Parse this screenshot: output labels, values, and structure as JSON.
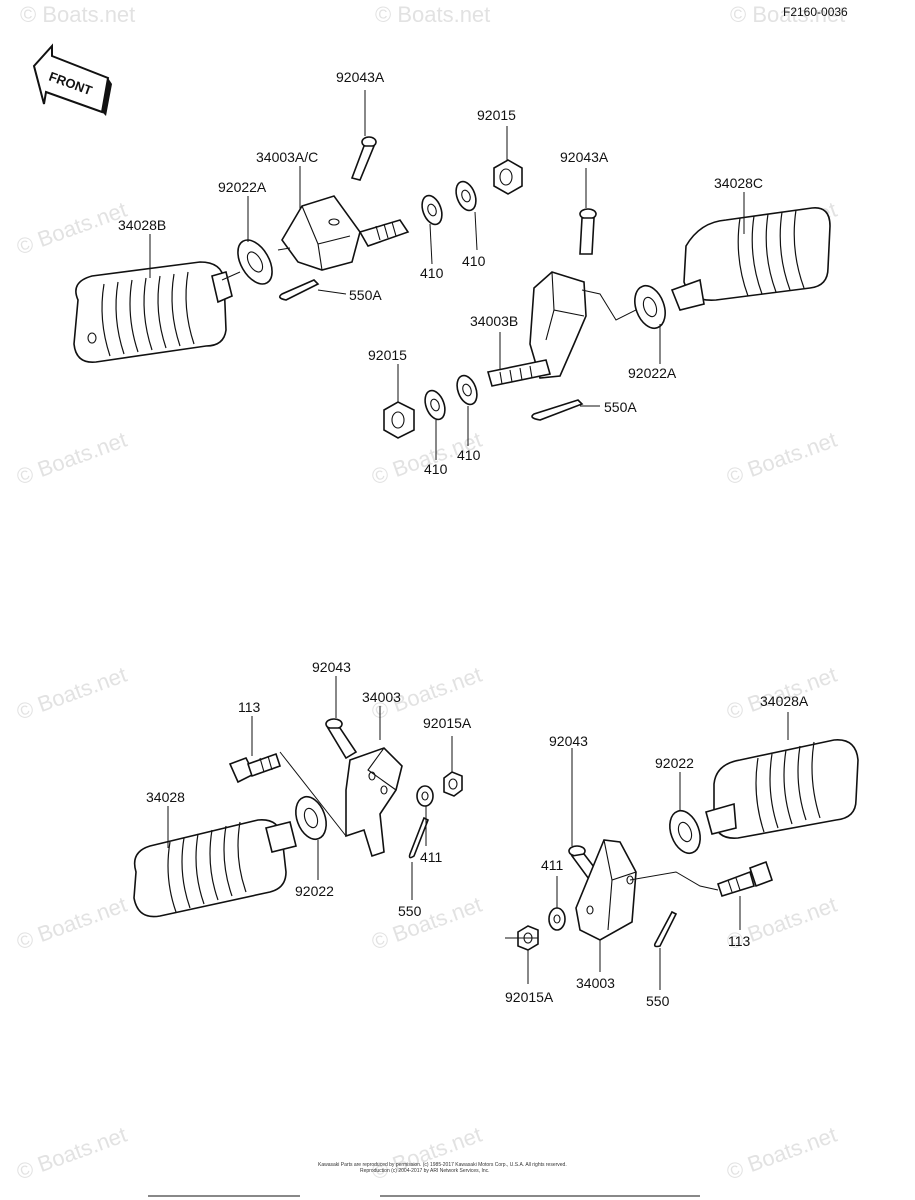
{
  "figure": {
    "ref_code": "F2160-0036",
    "front_label": "FRONT",
    "copyright_line_1": "Kawasaki Parts are reproduced by permission. (c) 1985-2017 Kawasaki Motors Corp., U.S.A. All rights reserved.",
    "copyright_line_2": "Reproduction (c) 2004-2017 by ARI Network Services, Inc."
  },
  "watermark": "© Boats.net",
  "labels": {
    "l92043A_1": "92043A",
    "l92015_1": "92015",
    "l34003AC": "34003A/C",
    "l92022A_1": "92022A",
    "l34028B": "34028B",
    "l550A_1": "550A",
    "l410_a": "410",
    "l410_b": "410",
    "l92043A_2": "92043A",
    "l34028C": "34028C",
    "l34003B": "34003B",
    "l92015_2": "92015",
    "l92022A_2": "92022A",
    "l550A_2": "550A",
    "l410_c": "410",
    "l410_d": "410",
    "l92043_1": "92043",
    "l34003_1": "34003",
    "l113_1": "113",
    "l92015A_1": "92015A",
    "l34028": "34028",
    "l411_1": "411",
    "l92022_1": "92022",
    "l550_1": "550",
    "l34028A": "34028A",
    "l92043_2": "92043",
    "l92022_2": "92022",
    "l411_2": "411",
    "l113_2": "113",
    "l34003_2": "34003",
    "l92015A_2": "92015A",
    "l550_2": "550"
  }
}
